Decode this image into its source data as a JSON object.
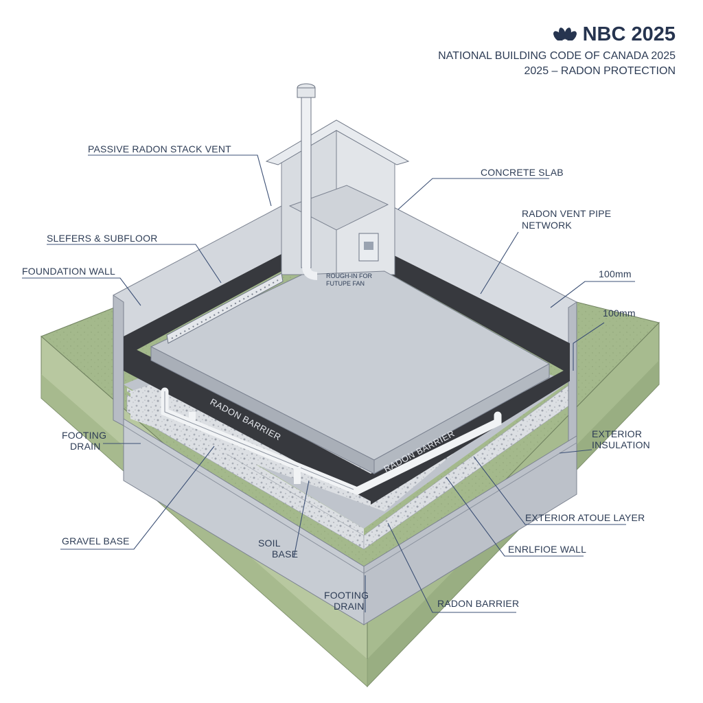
{
  "header": {
    "logo_icon": "peacock-logo-icon",
    "title": "NBC 2025",
    "subtitle": "NATIONAL BUILDING CODE OF CANADA 2025",
    "topic": "2025 – RADON PROTECTION"
  },
  "labels": {
    "passive_stack": "PASSIVE RADON STACK VENT",
    "sleepers": "SLEFERS & SUBFLOOR",
    "foundation_wall": "FOUNDATION WALL",
    "rough_in_1": "ROUGH-IN FOR",
    "rough_in_2": "FUTUPE FAN",
    "concrete_slab": "CONCRETE SLAB",
    "vent_network_1": "RADON VENT PIPE",
    "vent_network_2": "NETWORK",
    "dim_1": "100mm",
    "dim_2": "100mm",
    "footing_drain_left_1": "FOOTING",
    "footing_drain_left_2": "DRAIN",
    "exterior_insulation_1": "EXTERIOR",
    "exterior_insulation_2": "INSULATION",
    "gravel_base": "GRAVEL BASE",
    "soil_base_1": "SOIL",
    "soil_base_2": "BASE",
    "exterior_stone": "EXTERIOR ATOUE LAYER",
    "enrlfioe_wall": "ENRLFIOE WALL",
    "footing_drain_bottom_1": "FOOTING",
    "footing_drain_bottom_2": "DRAIN",
    "radon_barrier_bottom": "RADON BARRIER",
    "radon_barrier_band_left": "RADON BARRIER",
    "radon_barrier_band_right": "RADON BARRIER"
  },
  "colors": {
    "grass": "#9fb589",
    "concrete": "#c9ced6",
    "membrane": "#3a3c42",
    "gravel": "#d7dade",
    "ink": "#2d3c55"
  }
}
